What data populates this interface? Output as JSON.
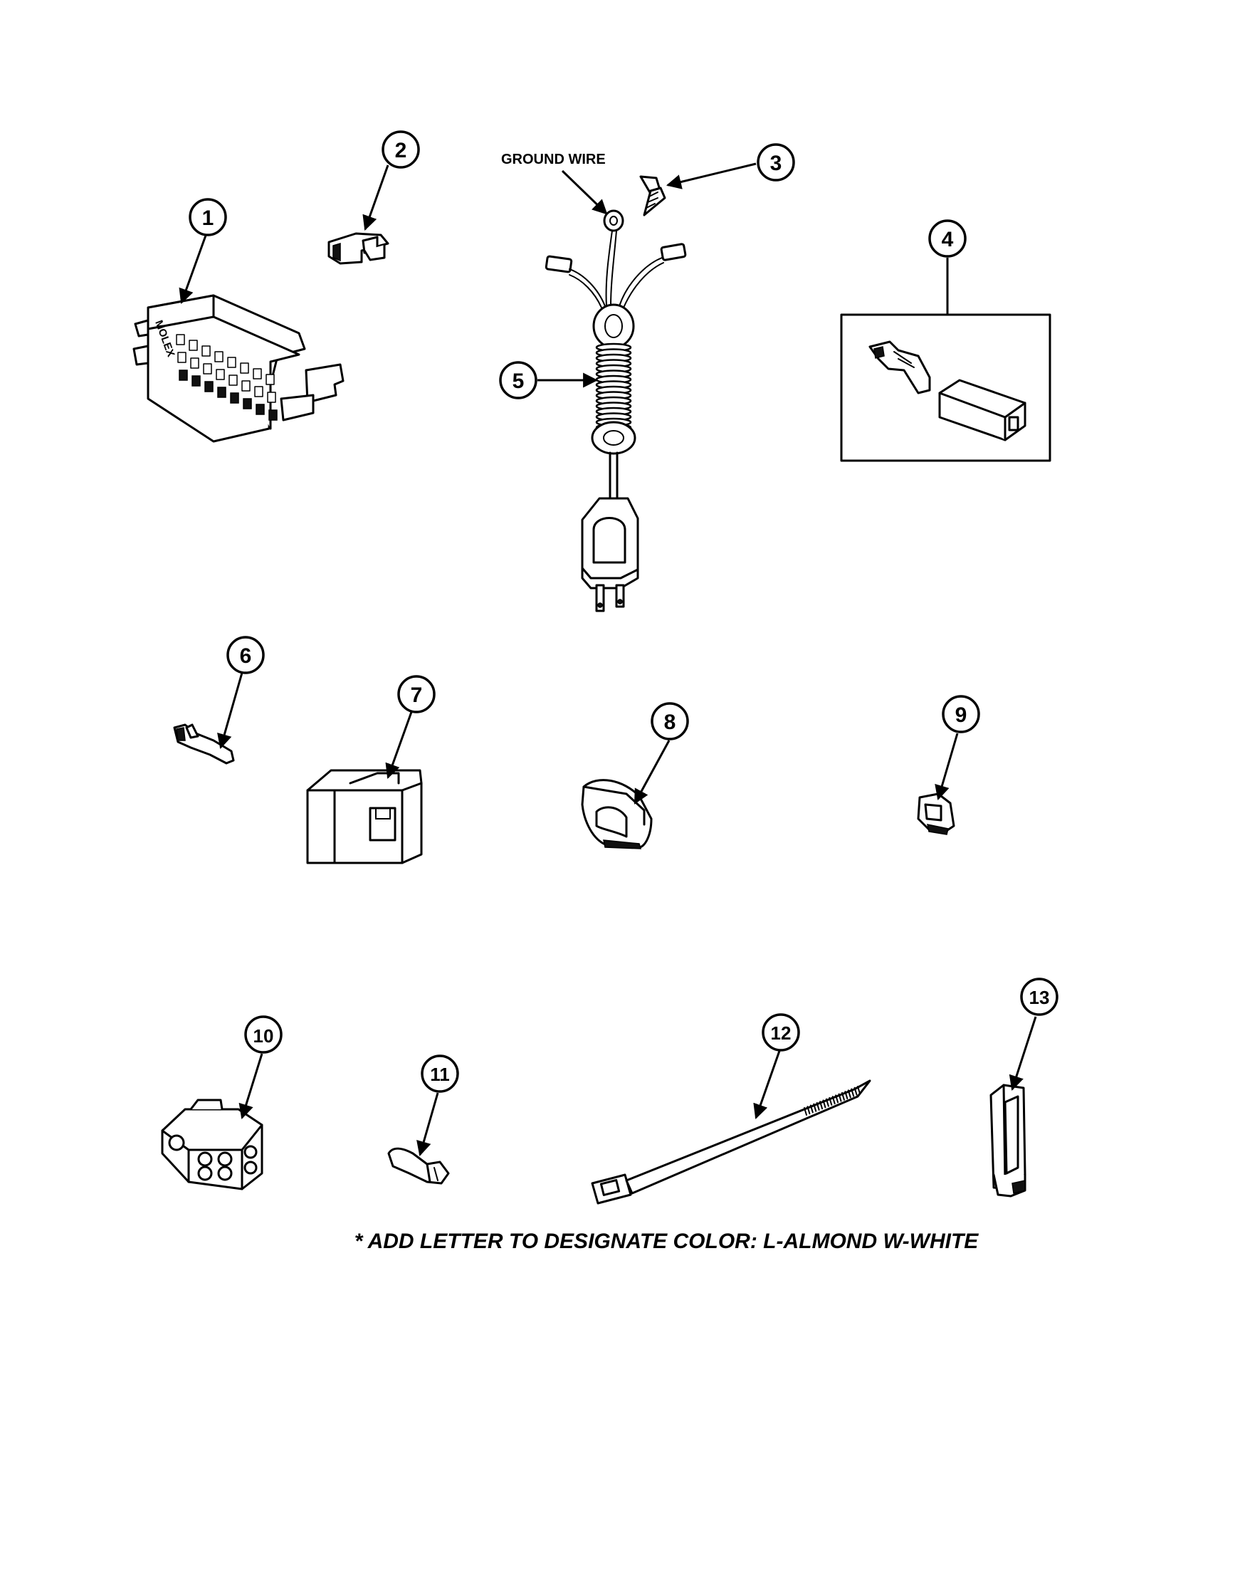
{
  "callouts": [
    "1",
    "2",
    "3",
    "4",
    "5",
    "6",
    "7",
    "8",
    "9",
    "10",
    "11",
    "12",
    "13"
  ],
  "ground_wire_label": "GROUND WIRE",
  "molex_label": "MOLEX",
  "footnote": "* ADD LETTER TO DESIGNATE COLOR: L-ALMOND  W-WHITE"
}
